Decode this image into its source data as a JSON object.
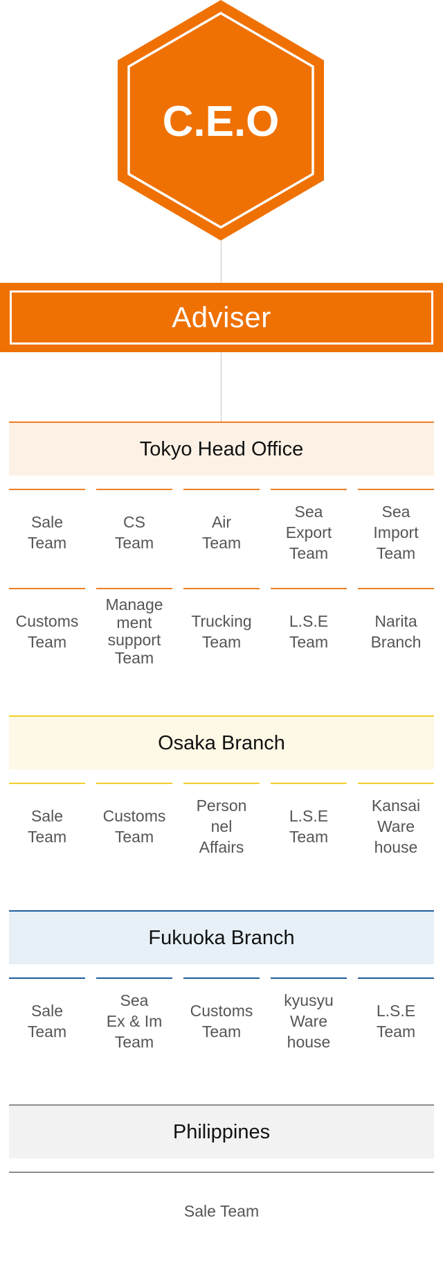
{
  "ceo": {
    "label": "C.E.O"
  },
  "adviser": {
    "label": "Adviser"
  },
  "colors": {
    "orange": "#ef7104",
    "tokyo_accent": "#ef7e22",
    "osaka_accent": "#f2cf2c",
    "fukuoka_accent": "#1f5e9b",
    "philippines_accent": "#8c8c8c"
  },
  "tokyo": {
    "title": "Tokyo Head Office",
    "teams": [
      "Sale\nTeam",
      "CS\nTeam",
      "Air\nTeam",
      "Sea\nExport\nTeam",
      "Sea\nImport\nTeam",
      "Customs\nTeam",
      "Manage\nment\nsupport\nTeam",
      "Trucking\nTeam",
      "L.S.E\nTeam",
      "Narita\nBranch"
    ]
  },
  "osaka": {
    "title": "Osaka Branch",
    "teams": [
      "Sale\nTeam",
      "Customs\nTeam",
      "Person\nnel\nAffairs",
      "L.S.E\nTeam",
      "Kansai\nWare\nhouse"
    ]
  },
  "fukuoka": {
    "title": "Fukuoka Branch",
    "teams": [
      "Sale\nTeam",
      "Sea\nEx & Im\nTeam",
      "Customs\nTeam",
      "kyusyu\nWare\nhouse",
      "L.S.E\nTeam"
    ]
  },
  "philippines": {
    "title": "Philippines",
    "teams": [
      "Sale Team"
    ]
  }
}
